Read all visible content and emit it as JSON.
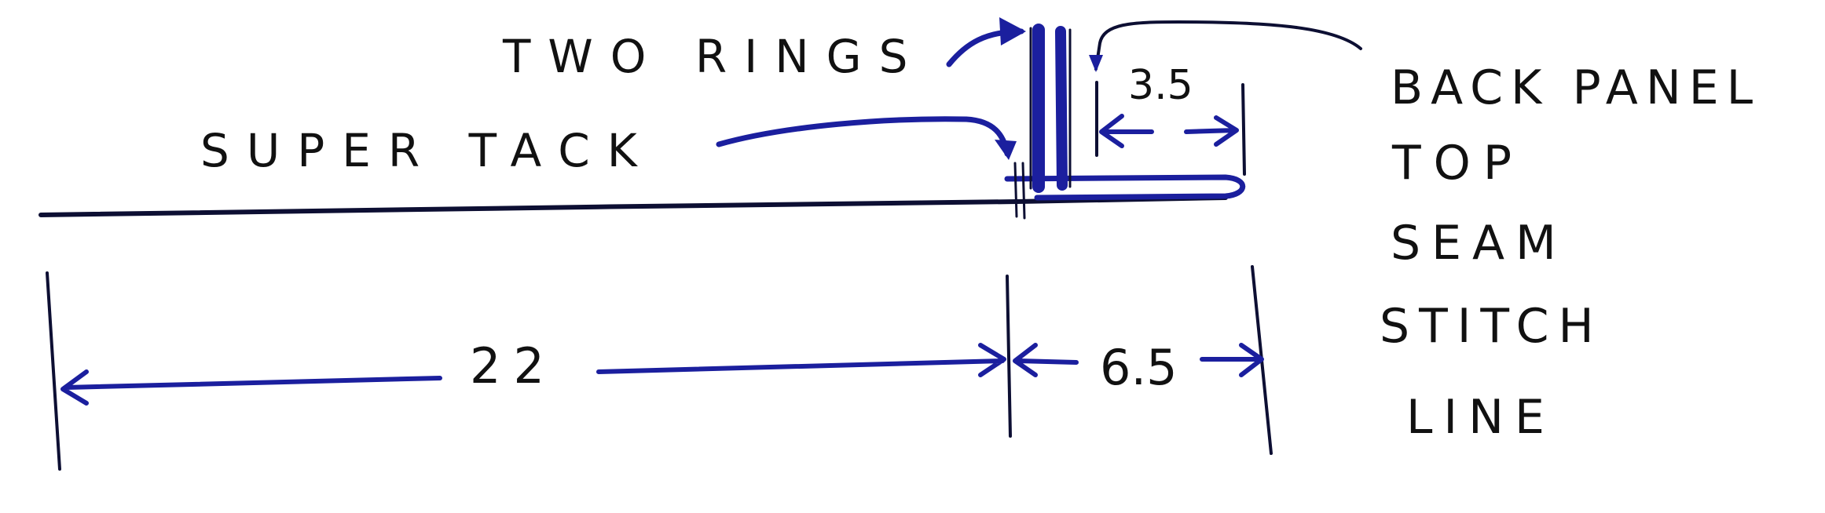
{
  "colors": {
    "ink_blue": "#1b1f9e",
    "ink_dark": "#0d0f33",
    "paper": "#ffffff"
  },
  "labels": {
    "two_rings": "TWO RINGS",
    "super_tack": "SUPER TACK",
    "ring_offset": "3.5"
  },
  "dimensions": {
    "left_span": "22",
    "right_span": "6.5"
  },
  "side_note": {
    "lines": [
      "BACK PANEL",
      "TOP",
      "SEAM",
      "STITCH",
      "LINE"
    ]
  }
}
